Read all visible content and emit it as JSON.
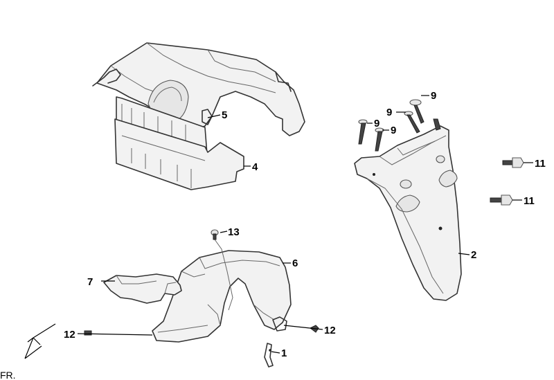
{
  "callouts": {
    "c1": "1",
    "c2": "2",
    "c4": "4",
    "c5": "5",
    "c6": "6",
    "c7": "7",
    "c9a": "9",
    "c9b": "9",
    "c9c": "9",
    "c9d": "9",
    "c11a": "11",
    "c11b": "11",
    "c12a": "12",
    "c12b": "12",
    "c13": "13"
  },
  "direction": {
    "label": "FR."
  }
}
